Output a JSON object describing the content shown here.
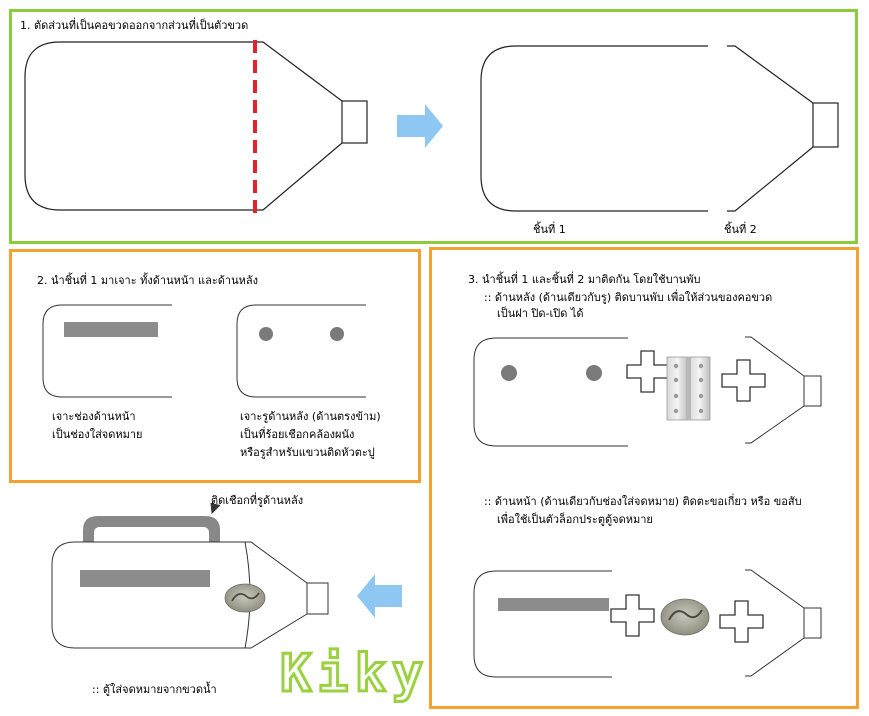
{
  "step1": {
    "title": "1. ตัดส่วนที่เป็นคอขวดออกจากส่วนที่เป็นตัวขวด",
    "piece1_label": "ชิ้นที่ 1",
    "piece2_label": "ชิ้นที่ 2"
  },
  "step2": {
    "title": "2. นำชิ้นที่ 1 มาเจาะ ทั้งด้านหน้า และด้านหลัง",
    "front_caption_1": "เจาะช่องด้านหน้า",
    "front_caption_2": "เป็นช่องใส่จดหมาย",
    "back_caption_1": "เจาะรูด้านหลัง (ด้านตรงข้าม)",
    "back_caption_2": "เป็นที่ร้อยเชือกคล้องผนัง",
    "back_caption_3": "หรือรูสำหรับแขวนติดหัวตะปู"
  },
  "step3": {
    "title": "3. นำชิ้นที่ 1 และชิ้นที่ 2 มาติดกัน โดยใช้บานพับ",
    "note1_line1": ":: ด้านหลัง (ด้านเดียวกับรู) ติดบานพับ เพื่อให้ส่วนของคอขวด",
    "note1_line2": "เป็นฝา ปิด-เปิด ได้",
    "note2_line1": ":: ด้านหน้า (ด้านเดียวกับช่องใส่จดหมาย) ติดตะขอเกี่ยว  หรือ ขอสับ",
    "note2_line2": "เพื่อใช้เป็นตัวล็อกประตูตู้จดหมาย"
  },
  "result": {
    "rope_label": "ติดเชือกที่รูด้านหลัง",
    "caption": "::  ตู้ใส่จดหมายจากขวดน้ำ"
  },
  "watermark": "Kiky",
  "colors": {
    "green_border": "#8ccc3c",
    "orange_border": "#f3a230",
    "cut_line": "#e8202a",
    "arrow": "#8ec8f2",
    "slot": "#8c8c8c",
    "hole": "#7a7a7a"
  }
}
